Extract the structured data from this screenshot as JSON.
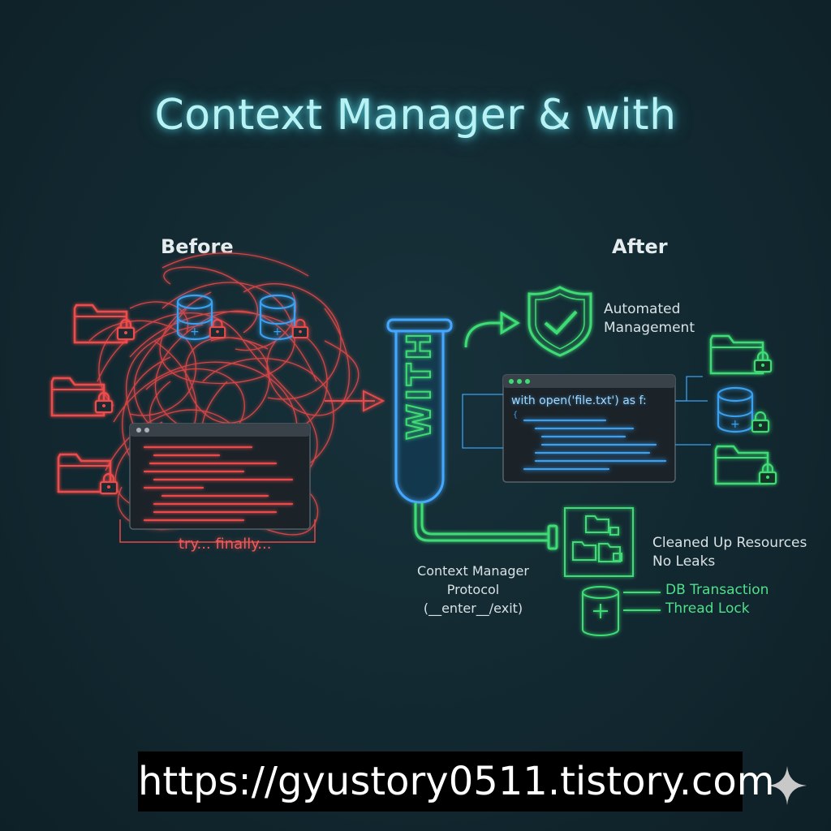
{
  "title": "Context Manager & with",
  "before": {
    "heading": "Before",
    "try_label": "try... finally..."
  },
  "center": {
    "tube_text": "WITH",
    "protocol_label": "Context Manager Protocol\n(__enter__/exit)"
  },
  "after": {
    "heading": "After",
    "automated_label": "Automated\nManagement",
    "code_first_line": "with open('file.txt') as f:",
    "cleaned_label": "Cleaned Up Resources\nNo Leaks",
    "db_label": "DB Transaction",
    "lock_label": "Thread Lock"
  },
  "footer": {
    "url": "https://gyustory0511.tistory.com"
  },
  "colors": {
    "red": "#ef4b4b",
    "blue": "#3aa0f0",
    "green": "#3ddc74",
    "title_glow": "#5ae6f0"
  },
  "icons": [
    "folder-lock-icon",
    "database-lock-icon",
    "shield-check-icon",
    "arrow-icon",
    "sparkle-icon"
  ]
}
